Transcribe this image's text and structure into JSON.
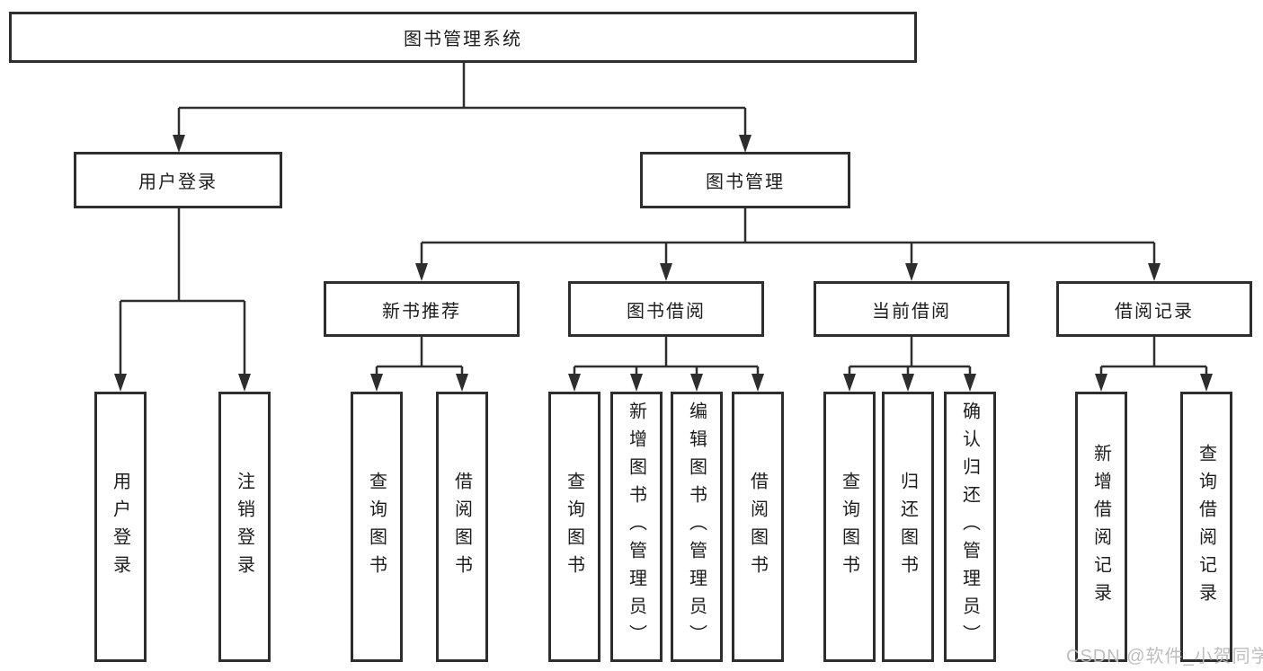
{
  "tree": {
    "root": {
      "label": "图书管理系统"
    },
    "branches": [
      {
        "label": "用户登录",
        "children": [
          {
            "label": "用户登录"
          },
          {
            "label": "注销登录"
          }
        ]
      },
      {
        "label": "图书管理",
        "children": [
          {
            "label": "新书推荐",
            "children": [
              {
                "label": "查询图书"
              },
              {
                "label": "借阅图书"
              }
            ]
          },
          {
            "label": "图书借阅",
            "children": [
              {
                "label": "查询图书"
              },
              {
                "label": "新增图书（管理员）"
              },
              {
                "label": "编辑图书（管理员）"
              },
              {
                "label": "借阅图书"
              }
            ]
          },
          {
            "label": "当前借阅",
            "children": [
              {
                "label": "查询图书"
              },
              {
                "label": "归还图书"
              },
              {
                "label": "确认归还（管理员）"
              }
            ]
          },
          {
            "label": "借阅记录",
            "children": [
              {
                "label": "新增借阅记录"
              },
              {
                "label": "查询借阅记录"
              }
            ]
          }
        ]
      }
    ]
  },
  "watermark": {
    "text": "CSDN @软件_小贺同学"
  },
  "colors": {
    "line": "#2e2e2e",
    "text": "#1d1d1d",
    "background": "#ffffff",
    "watermark": "#bababa"
  }
}
